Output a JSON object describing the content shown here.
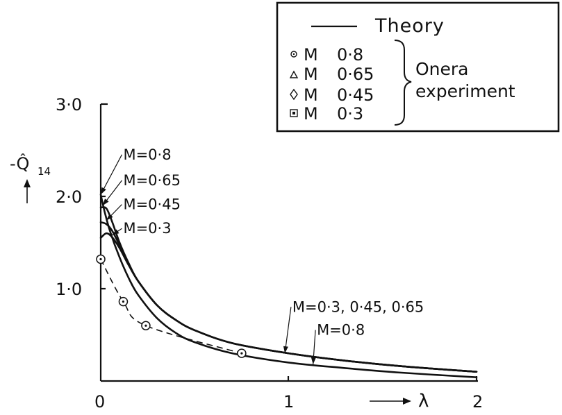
{
  "chart_data": {
    "type": "line",
    "xlabel": "λ",
    "ylabel": "-Q̂14",
    "ylabel_main": "-Q̂",
    "ylabel_sub": "14",
    "xlim": [
      0,
      2
    ],
    "ylim": [
      0,
      3
    ],
    "x_ticks": [
      {
        "value": 0,
        "label": "0"
      },
      {
        "value": 1,
        "label": "1"
      },
      {
        "value": 2,
        "label": "2"
      }
    ],
    "y_ticks": [
      {
        "value": 1,
        "label": "1·0"
      },
      {
        "value": 2,
        "label": "2·0"
      },
      {
        "value": 3,
        "label": "3·0"
      }
    ],
    "legend": {
      "placement": "top-right",
      "theory_label": "Theory",
      "entries": [
        {
          "marker": "circle",
          "label": "M",
          "value": "0·8"
        },
        {
          "marker": "triangle",
          "label": "M",
          "value": "0·65"
        },
        {
          "marker": "diamond",
          "label": "M",
          "value": "0·45"
        },
        {
          "marker": "square",
          "label": "M",
          "value": "0·3"
        }
      ],
      "group_label_1": "Onera",
      "group_label_2": "experiment"
    },
    "series": [
      {
        "kind": "theory",
        "label": "M=0·8",
        "x": [
          0,
          0.02,
          0.05,
          0.1,
          0.15,
          0.2,
          0.3,
          0.4,
          0.5,
          0.7,
          1.0,
          1.3,
          1.6,
          2.0
        ],
        "y": [
          2.02,
          1.84,
          1.62,
          1.34,
          1.11,
          0.93,
          0.68,
          0.52,
          0.42,
          0.3,
          0.2,
          0.14,
          0.09,
          0.04
        ]
      },
      {
        "kind": "theory",
        "label": "M=0·65",
        "x": [
          0,
          0.03,
          0.06,
          0.1,
          0.15,
          0.2,
          0.3,
          0.4,
          0.5,
          0.7,
          1.0,
          1.3,
          1.6,
          2.0
        ],
        "y": [
          1.88,
          1.87,
          1.73,
          1.5,
          1.27,
          1.08,
          0.82,
          0.66,
          0.55,
          0.41,
          0.3,
          0.22,
          0.16,
          0.1
        ]
      },
      {
        "kind": "theory",
        "label": "M=0·45",
        "x": [
          0,
          0.03,
          0.06,
          0.1,
          0.15,
          0.2,
          0.3,
          0.4,
          0.5,
          0.7,
          1.0,
          1.3,
          1.6,
          2.0
        ],
        "y": [
          1.72,
          1.7,
          1.63,
          1.47,
          1.26,
          1.08,
          0.82,
          0.66,
          0.55,
          0.41,
          0.3,
          0.22,
          0.16,
          0.1
        ]
      },
      {
        "kind": "theory",
        "label": "M=0·3",
        "x": [
          0,
          0.03,
          0.06,
          0.1,
          0.15,
          0.2,
          0.3,
          0.4,
          0.5,
          0.7,
          1.0,
          1.3,
          1.6,
          2.0
        ],
        "y": [
          1.55,
          1.6,
          1.56,
          1.44,
          1.25,
          1.08,
          0.82,
          0.66,
          0.55,
          0.41,
          0.3,
          0.22,
          0.16,
          0.1
        ]
      },
      {
        "kind": "experiment",
        "marker": "circle",
        "label": "M 0·8",
        "x": [
          0,
          0.12,
          0.24,
          0.75
        ],
        "y": [
          1.32,
          0.86,
          0.6,
          0.3
        ]
      }
    ],
    "annotations": [
      {
        "text": "M=0·8",
        "arrow_to": [
          0,
          2.02
        ],
        "text_at": [
          0.12,
          2.4
        ]
      },
      {
        "text": "M=0·65",
        "arrow_to": [
          0.01,
          1.9
        ],
        "text_at": [
          0.12,
          2.12
        ]
      },
      {
        "text": "M=0·45",
        "arrow_to": [
          0.03,
          1.74
        ],
        "text_at": [
          0.12,
          1.86
        ]
      },
      {
        "text": "M=0·3",
        "arrow_to": [
          0.06,
          1.58
        ],
        "text_at": [
          0.12,
          1.6
        ]
      },
      {
        "text": "M=0·3, 0·45, 0·65",
        "arrow_to": [
          0.98,
          0.3
        ],
        "text_at": [
          1.02,
          0.75
        ]
      },
      {
        "text": "M=0·8",
        "arrow_to": [
          1.13,
          0.18
        ],
        "text_at": [
          1.15,
          0.5
        ]
      }
    ]
  }
}
